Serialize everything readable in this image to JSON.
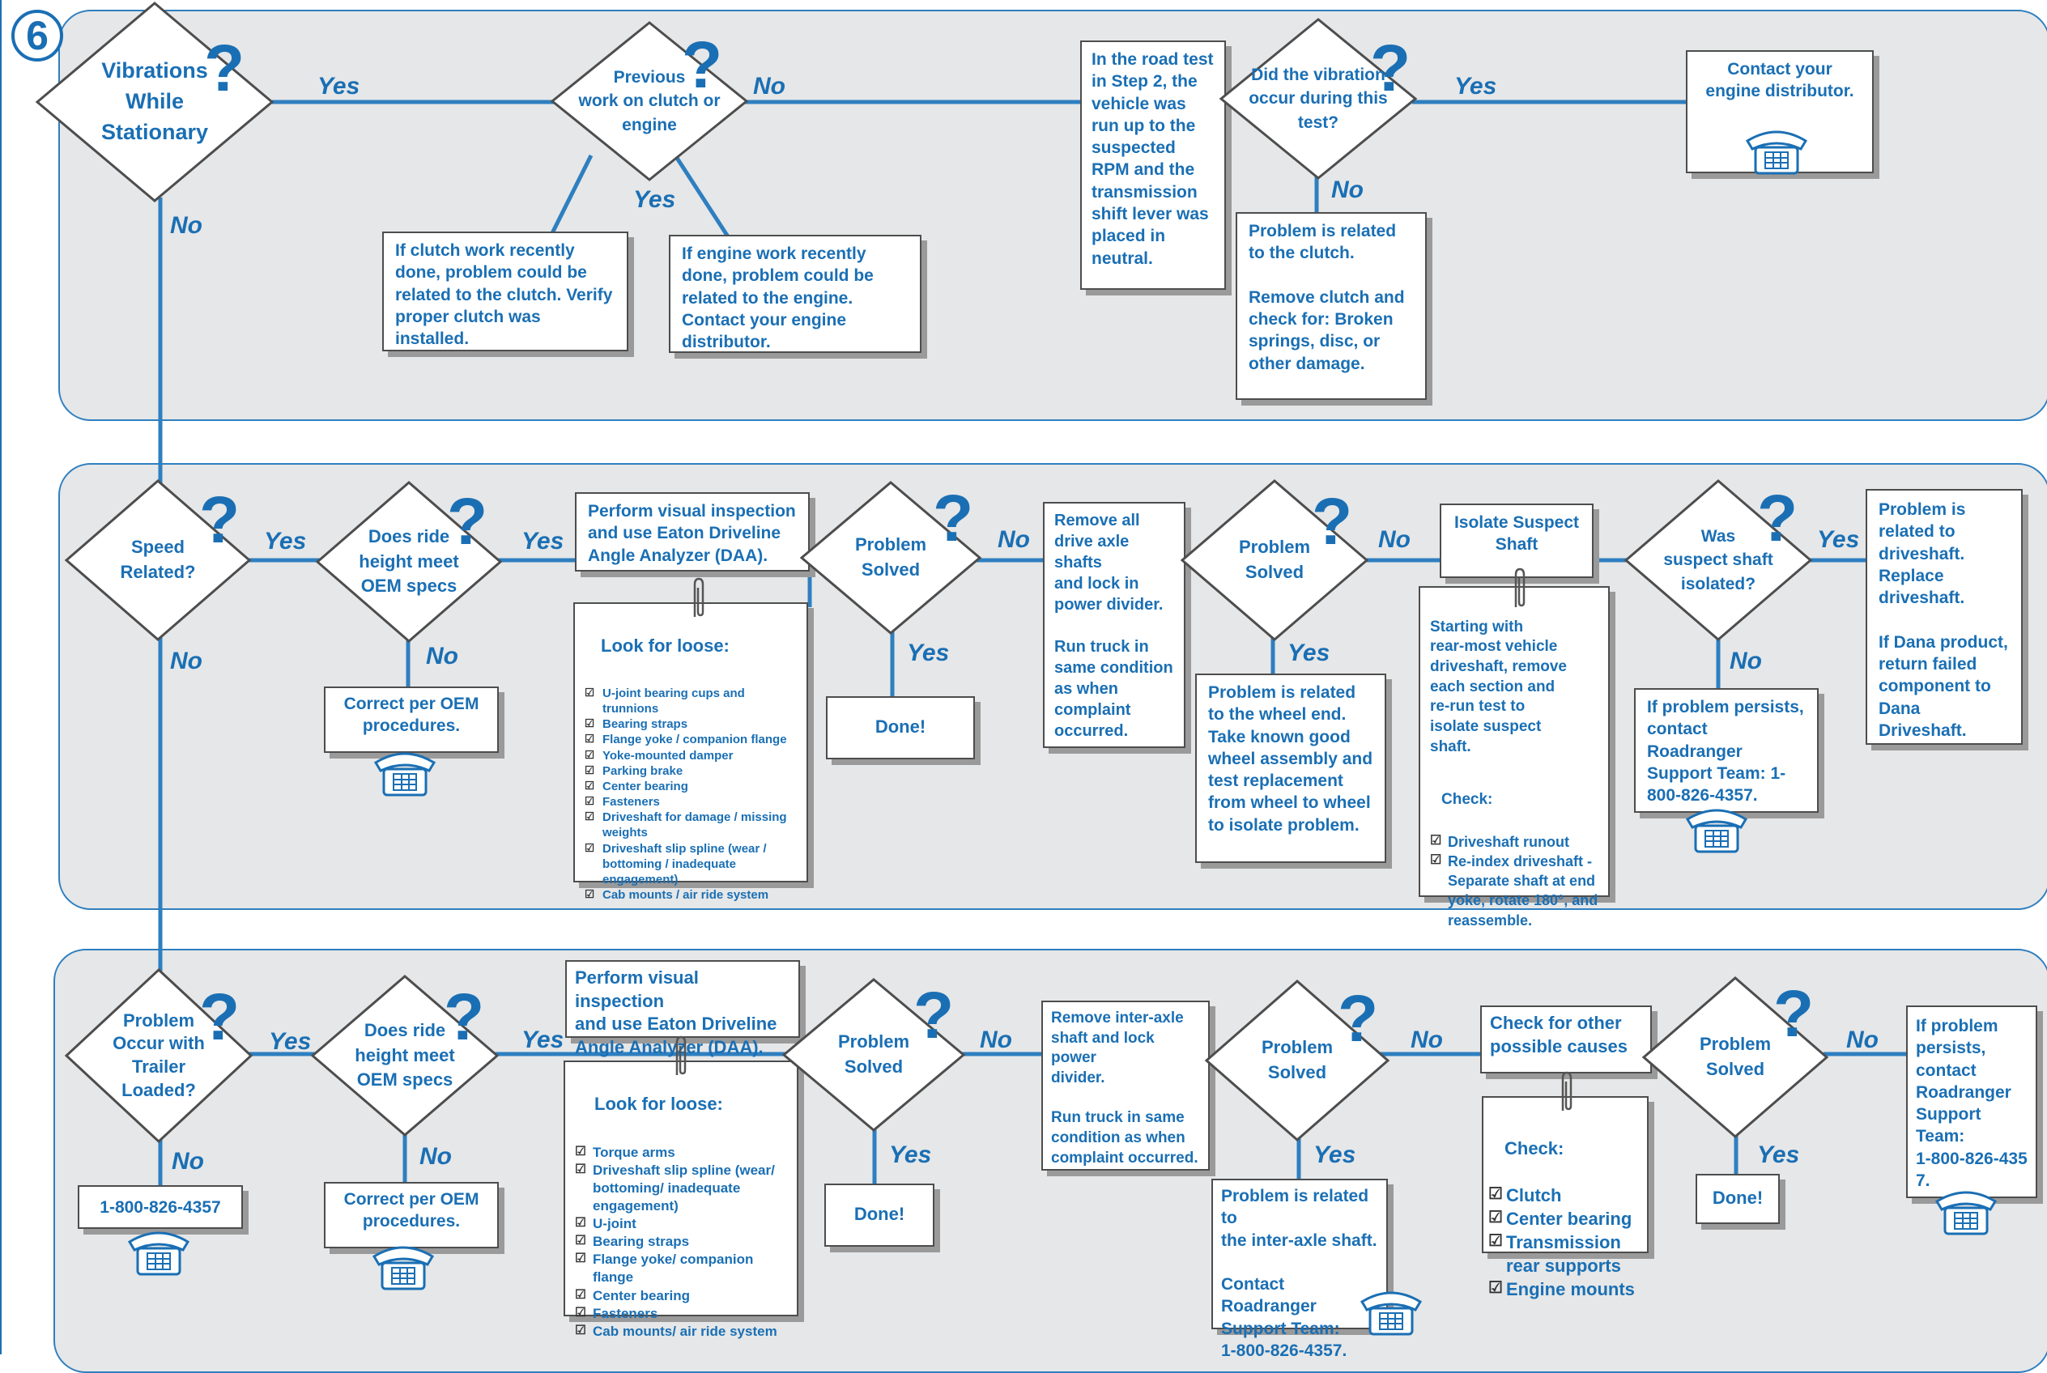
{
  "step_number": "6",
  "answers": {
    "yes": "Yes",
    "no": "No",
    "qmark": "?"
  },
  "lane1": {
    "vibrations_stationary": "Vibrations\nWhile\nStationary",
    "previous_work": "Previous\nwork on clutch or\nengine",
    "clutch_note": "If clutch work recently done, problem could be related to the clutch. Verify proper clutch was installed.",
    "engine_note": "If engine work recently done, problem could be related to the engine. Contact your engine distributor.",
    "road_test_note": "In the road test in Step 2, the vehicle was run up to the suspected RPM and the transmission shift lever was placed in neutral.",
    "did_vibration_occur": "Did the vibration\noccur during this\ntest?",
    "contact_engine": "Contact your\nengine distributor.",
    "clutch_problem": "Problem is related\nto the clutch.\n\nRemove clutch and\ncheck for: Broken\nsprings, disc, or\nother damage."
  },
  "lane2": {
    "speed_related": "Speed\nRelated?",
    "ride_height": "Does ride\nheight meet\nOEM specs",
    "correct_oem": "Correct per OEM\nprocedures.",
    "visual_inspection": "Perform visual inspection\nand use Eaton Driveline\nAngle Analyzer (DAA).",
    "look_for_loose": "Look for loose:",
    "loose_items": [
      "U-joint bearing cups and trunnions",
      "Bearing straps",
      "Flange yoke / companion flange",
      "Yoke-mounted damper",
      "Parking brake",
      "Center bearing",
      "Fasteners",
      "Driveshaft for damage / missing weights",
      "Driveshaft slip spline (wear / bottoming / inadequate engagement)",
      "Cab mounts / air ride system"
    ],
    "problem_solved_1": "Problem\nSolved",
    "done": "Done!",
    "remove_axle_shafts": "Remove all\ndrive axle shafts\nand lock in\npower divider.\n\nRun truck in\nsame condition\nas when\ncomplaint\noccurred.",
    "problem_solved_2": "Problem\nSolved",
    "wheel_end": "Problem is related to the wheel end. Take known good wheel assembly and test replacement from wheel to wheel to isolate problem.",
    "isolate_suspect": "Isolate Suspect\nShaft",
    "starting_with": "Starting with\nrear-most vehicle\ndriveshaft, remove\neach section and\nre-run test to\nisolate suspect\nshaft.",
    "check_label": "Check:",
    "check_items": [
      "Driveshaft runout",
      "Re-index driveshaft - Separate shaft at end yoke, rotate 180°, and reassemble."
    ],
    "shaft_isolated": "Was\nsuspect shaft\nisolated?",
    "persists_contact": "If problem persists, contact Roadranger Support Team: 1-800-826-4357.",
    "driveshaft_problem": "Problem is related to driveshaft. Replace driveshaft.\n\nIf Dana product, return failed component to Dana Driveshaft."
  },
  "lane3": {
    "trailer_loaded": "Problem\nOccur with\nTrailer\nLoaded?",
    "phone_number": "1-800-826-4357",
    "ride_height": "Does ride\nheight meet\nOEM specs",
    "correct_oem": "Correct per OEM\nprocedures.",
    "visual_inspection": "Perform visual inspection\nand use Eaton Driveline\nAngle Analyzer (DAA).",
    "look_for_loose": "Look for loose:",
    "loose_items": [
      "Torque arms",
      "Driveshaft slip spline (wear/ bottoming/ inadequate engagement)",
      "U-joint",
      "Bearing straps",
      "Flange yoke/ companion flange",
      "Center bearing",
      "Fasteners",
      "Cab mounts/ air ride system"
    ],
    "problem_solved_1": "Problem\nSolved",
    "done_1": "Done!",
    "remove_inter_axle": "Remove inter-axle\nshaft and lock power\ndivider.\n\nRun truck in same\ncondition as when\ncomplaint occurred.",
    "problem_solved_2": "Problem\nSolved",
    "inter_axle": "Problem is related to\nthe inter-axle shaft.\n\nContact Roadranger\nSupport Team:\n1-800-826-4357.",
    "other_causes": "Check for other\npossible causes",
    "check_label": "Check:",
    "check_items": [
      "Clutch",
      "Center bearing",
      "Transmission rear supports",
      "Engine mounts"
    ],
    "problem_solved_3": "Problem\nSolved",
    "done_2": "Done!",
    "persists_final": "If problem\npersists,\ncontact\nRoadranger\nSupport Team:\n1-800-826-435\n7."
  },
  "colors": {
    "blue": "#1a6fb4",
    "lane_bg": "#e6e7e8",
    "line": "#2e7fc0"
  }
}
